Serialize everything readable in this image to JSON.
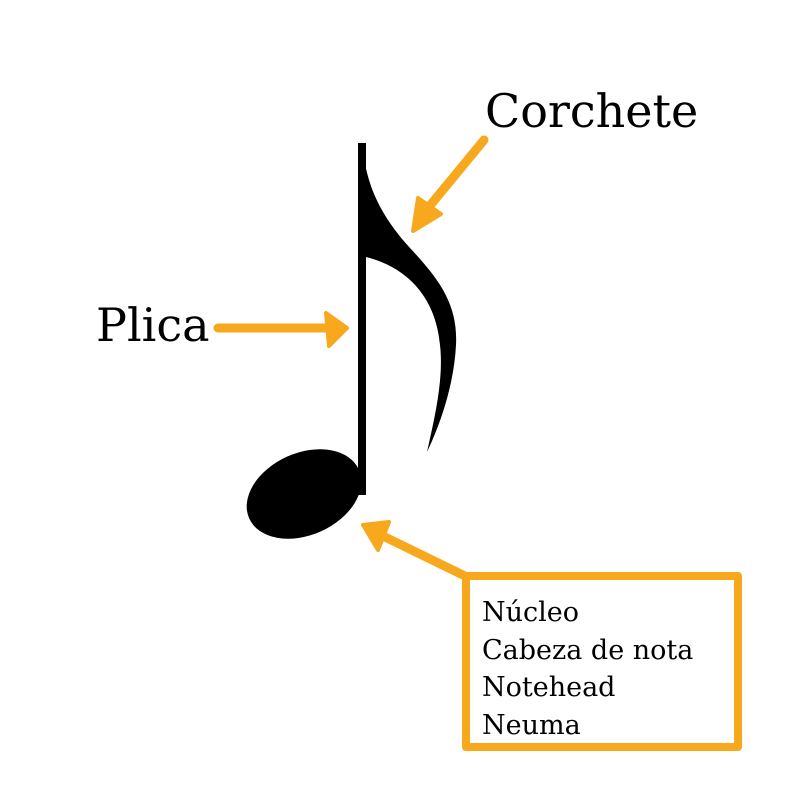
{
  "labels": {
    "flag": "Corchete",
    "stem": "Plica",
    "notehead": [
      "Núcleo",
      "Cabeza de nota",
      "Notehead",
      "Neuma"
    ]
  },
  "colors": {
    "arrow": "#F8A81C",
    "note": "#000000",
    "background": "#FFFFFF"
  }
}
